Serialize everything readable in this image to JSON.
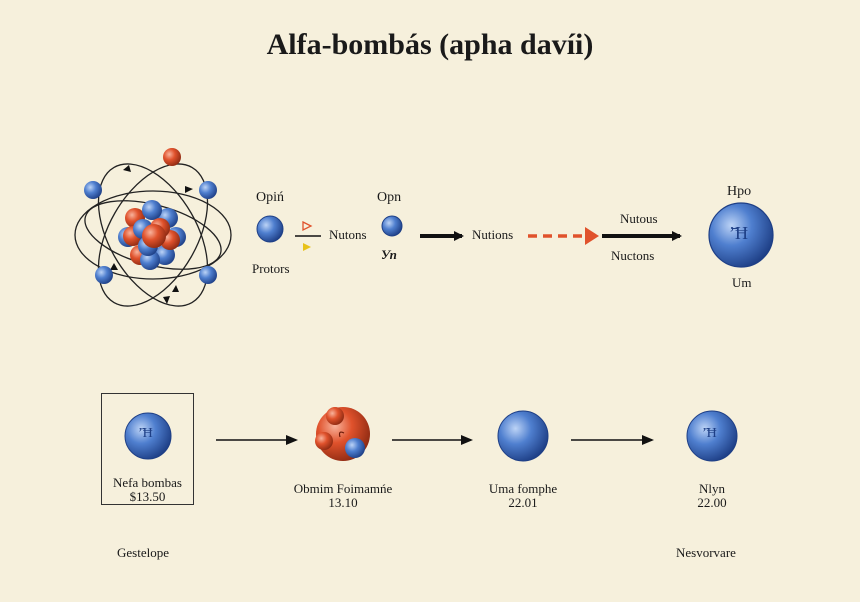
{
  "title": "Alfa-bombás (apha davíi)",
  "top_row": {
    "proton_label_above": "Opiń",
    "proton_label_below": "Protors",
    "neutron_text_1": "Nutons",
    "neutron_label_above": "Opn",
    "neutron_label_below": "Уп",
    "arrow_label_1": "Nutions",
    "arrow_label_2_above": "Nutous",
    "arrow_label_2_below": "Nuctons",
    "result_label_above": "Hpo",
    "result_label_below": "Um",
    "result_symbol": "ʼ̄Ħ"
  },
  "bottom_row": {
    "items": [
      {
        "name": "Nefa bombas",
        "value": "$13.50",
        "symbol": "ʼ̄Ħ"
      },
      {
        "name": "Obmim Foimamńe",
        "value": "13.10"
      },
      {
        "name": "Uma fomphe",
        "value": "22.01"
      },
      {
        "name": "Nlyn",
        "value": "22.00",
        "symbol": "ʼ̄Ħ"
      }
    ],
    "footer_left": "Gestelope",
    "footer_right": "Nesvorvare"
  },
  "colors": {
    "background": "#f6f0dc",
    "proton": "#e0522c",
    "neutron": "#4a78c8",
    "arrow": "#111111",
    "dashed_arrow": "#e0522c",
    "marker_yellow": "#e8c21a"
  }
}
